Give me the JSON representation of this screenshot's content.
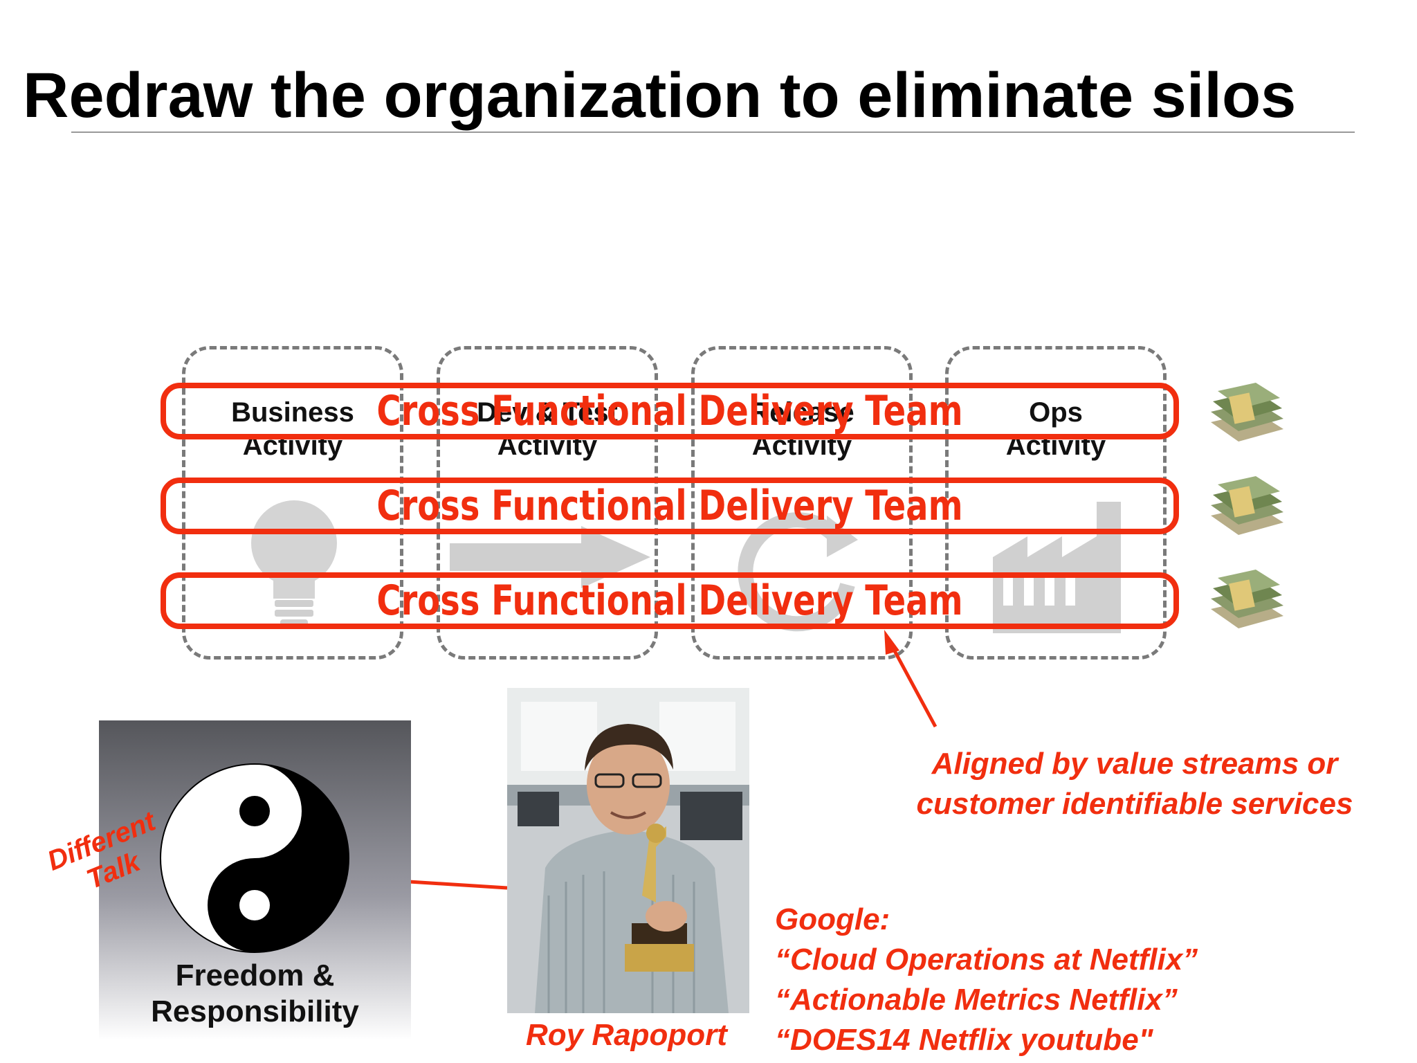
{
  "title": "Redraw the organization to eliminate silos",
  "lanes": [
    {
      "line1": "Business",
      "line2": "Activity",
      "icon": "lightbulb-icon"
    },
    {
      "line1": "Dev & Test",
      "line2": "Activity",
      "icon": "arrow-right-icon"
    },
    {
      "line1": "Release",
      "line2": "Activity",
      "icon": "cycle-icon"
    },
    {
      "line1": "Ops",
      "line2": "Activity",
      "icon": "factory-icon"
    }
  ],
  "teams": [
    {
      "label": "Cross Functional Delivery Team"
    },
    {
      "label": "Cross Functional Delivery Team"
    },
    {
      "label": "Cross Functional Delivery Team"
    }
  ],
  "money_icon": "money-stack-icon",
  "aligned_note": {
    "line1": "Aligned by value streams or",
    "line2": "customer identifiable services"
  },
  "different_talk": {
    "line1": "Different",
    "line2": "Talk"
  },
  "yin_yang": {
    "icon": "yin-yang-icon",
    "caption_line1": "Freedom &",
    "caption_line2": "Responsibility"
  },
  "person": {
    "name": "Roy Rapoport"
  },
  "google": {
    "heading": "Google:",
    "queries": [
      "“Cloud Operations at Netflix”",
      "“Actionable Metrics Netflix”",
      "“DOES14 Netflix youtube\""
    ]
  },
  "colors": {
    "accent_red": "#f12e0f",
    "lane_gray": "#7a7a7a"
  }
}
